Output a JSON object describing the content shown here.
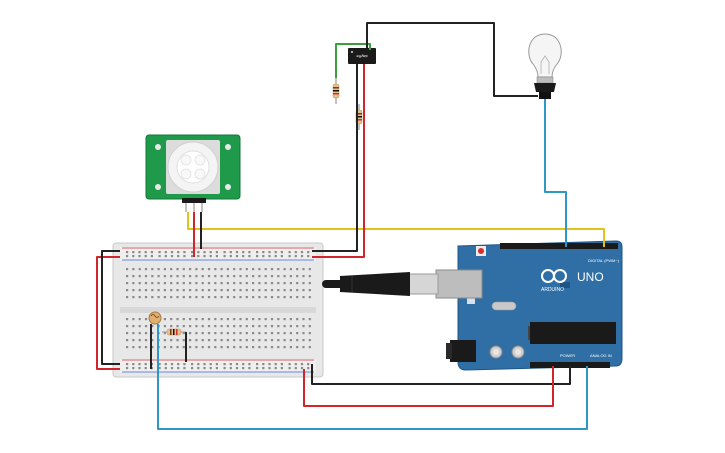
{
  "labels": {
    "relay_text": "dayRe",
    "uno_text": "UNO",
    "arduino_text": "ARDUINO",
    "digital_header": "DIGITAL (PWM~)",
    "power_header": "POWER",
    "analog_header": "ANALOG IN"
  },
  "colors": {
    "wire_black": "#222222",
    "wire_red": "#d0262b",
    "wire_blue": "#2f97c6",
    "wire_yellow": "#e3c21a",
    "wire_green": "#3aa13a",
    "arduino_board": "#2f6fa6",
    "pir_board": "#1f9a4a",
    "breadboard": "#e6e6e6"
  }
}
